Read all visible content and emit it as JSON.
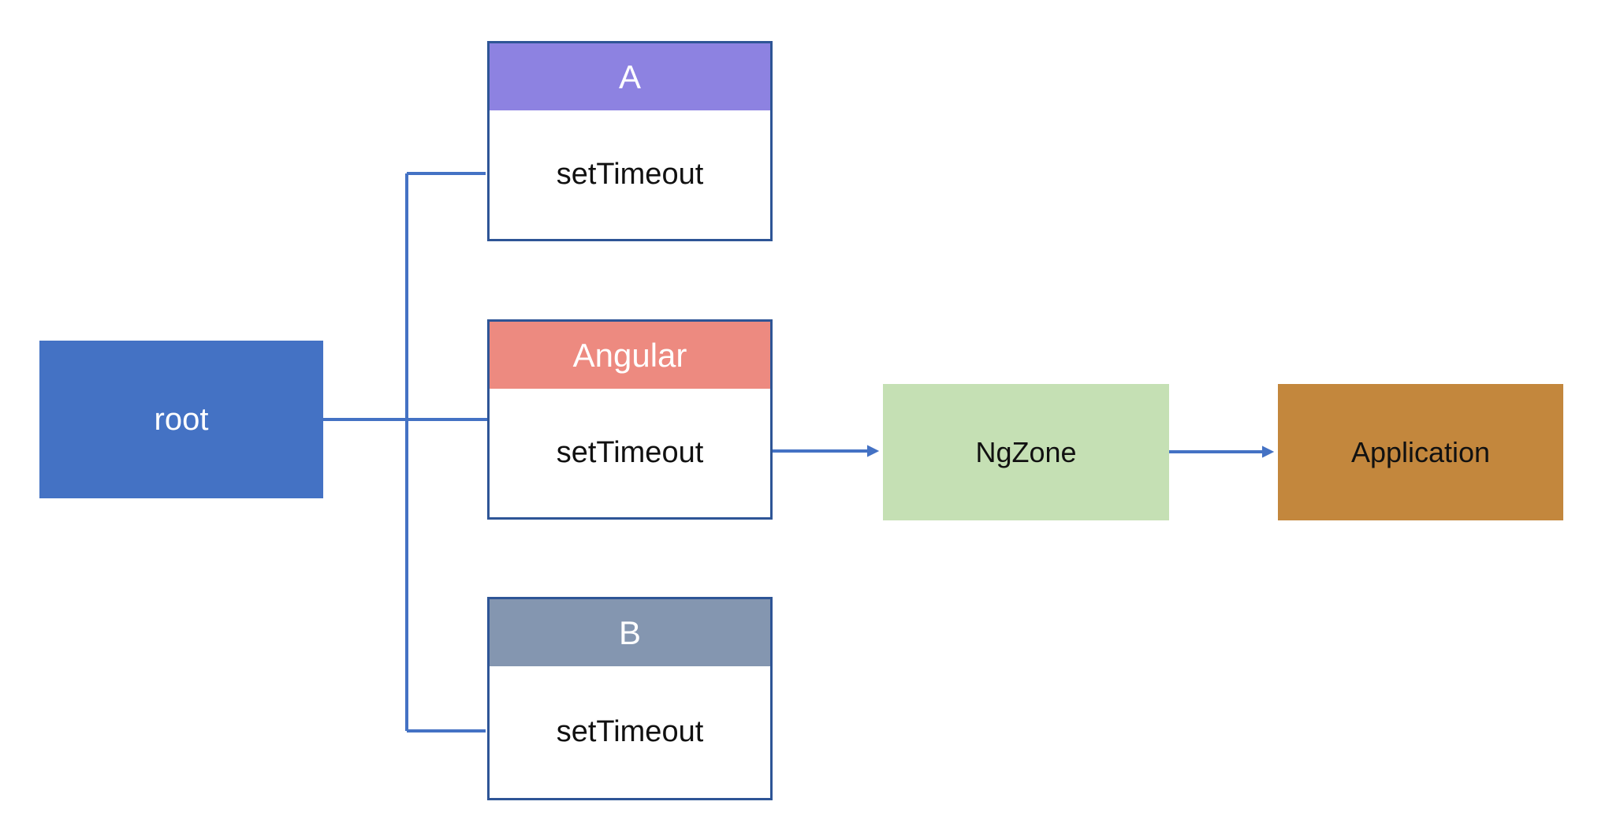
{
  "nodes": {
    "root": {
      "label": "root"
    },
    "zone_a": {
      "title": "A",
      "body": "setTimeout"
    },
    "zone_angular": {
      "title": "Angular",
      "body": "setTimeout"
    },
    "zone_b": {
      "title": "B",
      "body": "setTimeout"
    },
    "ngzone": {
      "label": "NgZone"
    },
    "application": {
      "label": "Application"
    }
  },
  "edges": [
    {
      "from": "root",
      "to": "A",
      "arrow": false
    },
    {
      "from": "root",
      "to": "Angular",
      "arrow": false
    },
    {
      "from": "root",
      "to": "B",
      "arrow": false
    },
    {
      "from": "Angular setTimeout",
      "to": "NgZone",
      "arrow": true
    },
    {
      "from": "NgZone",
      "to": "Application",
      "arrow": true
    }
  ],
  "colors": {
    "root_fill": "#4472C4",
    "zone_a_header": "#8D82E1",
    "zone_angular_header": "#ED8A80",
    "zone_b_header": "#8496B0",
    "ngzone_fill": "#C5E0B4",
    "application_fill": "#C3873D",
    "box_border": "#2E5596",
    "connector": "#4472C4",
    "header_text": "#FFFFFF",
    "body_text": "#111111"
  }
}
